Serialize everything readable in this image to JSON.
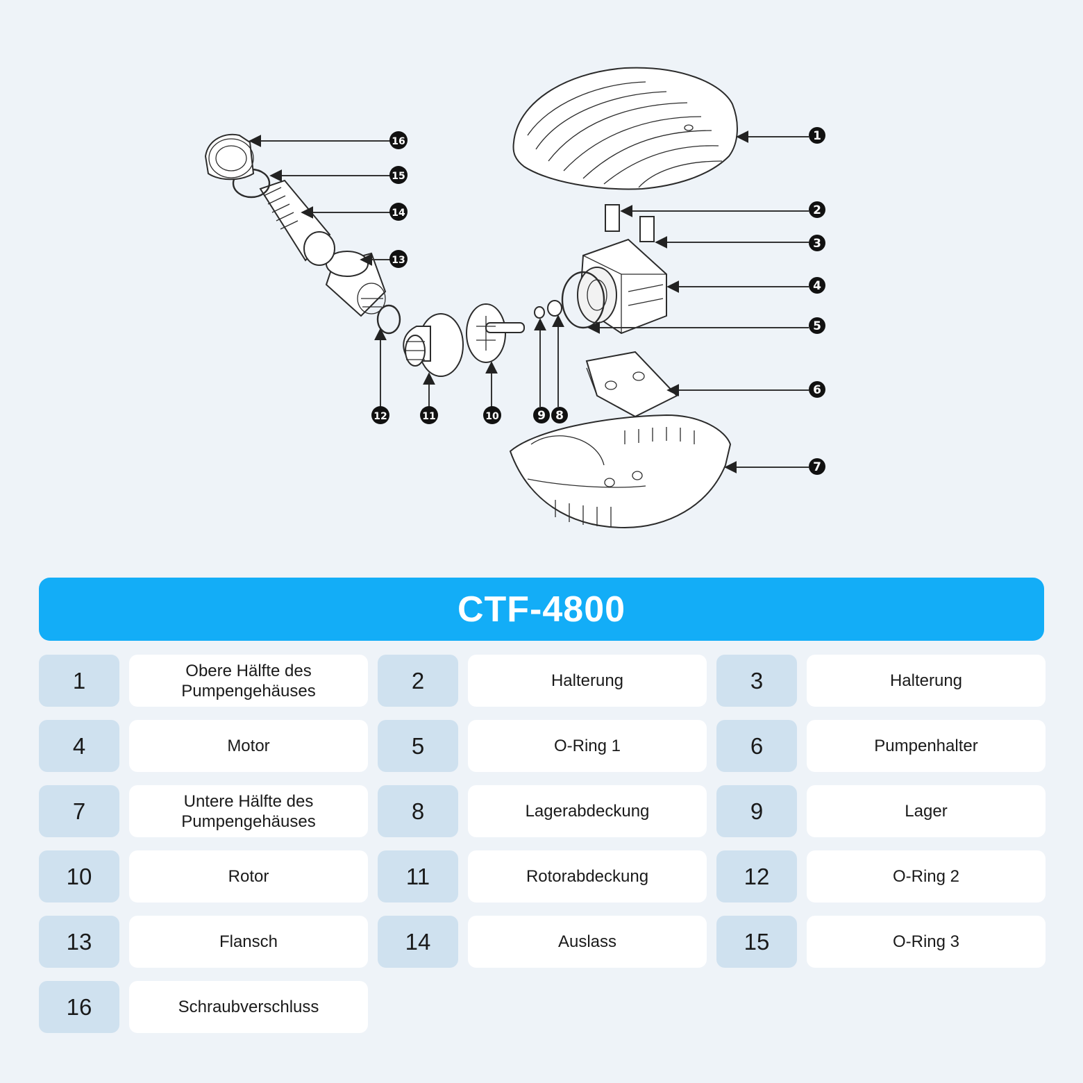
{
  "model": "CTF-4800",
  "callouts": [
    "1",
    "2",
    "3",
    "4",
    "5",
    "6",
    "7",
    "8",
    "9",
    "10",
    "11",
    "12",
    "13",
    "14",
    "15",
    "16"
  ],
  "parts": [
    {
      "num": "1",
      "name": "Obere Hälfte des Pumpengehäuses"
    },
    {
      "num": "2",
      "name": "Halterung"
    },
    {
      "num": "3",
      "name": "Halterung"
    },
    {
      "num": "4",
      "name": "Motor"
    },
    {
      "num": "5",
      "name": "O-Ring 1"
    },
    {
      "num": "6",
      "name": "Pumpenhalter"
    },
    {
      "num": "7",
      "name": "Untere Hälfte des Pumpengehäuses"
    },
    {
      "num": "8",
      "name": "Lagerabdeckung"
    },
    {
      "num": "9",
      "name": "Lager"
    },
    {
      "num": "10",
      "name": "Rotor"
    },
    {
      "num": "11",
      "name": "Rotorabdeckung"
    },
    {
      "num": "12",
      "name": "O-Ring 2"
    },
    {
      "num": "13",
      "name": "Flansch"
    },
    {
      "num": "14",
      "name": "Auslass"
    },
    {
      "num": "15",
      "name": "O-Ring 3"
    },
    {
      "num": "16",
      "name": "Schraubverschluss"
    }
  ],
  "colors": {
    "accent": "#13adf7",
    "number_cell": "#cfe1ef",
    "background": "#eef3f8"
  }
}
